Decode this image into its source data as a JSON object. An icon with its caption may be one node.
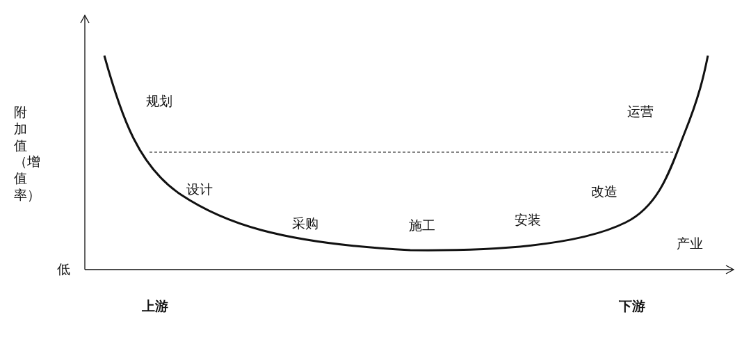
{
  "diagram": {
    "labels": [
      "附加值（增值率）",
      "规划",
      "运营",
      "设计",
      "改造",
      "采购",
      "施工",
      "安装",
      "产业",
      "低",
      "上游",
      "下游"
    ]
  }
}
